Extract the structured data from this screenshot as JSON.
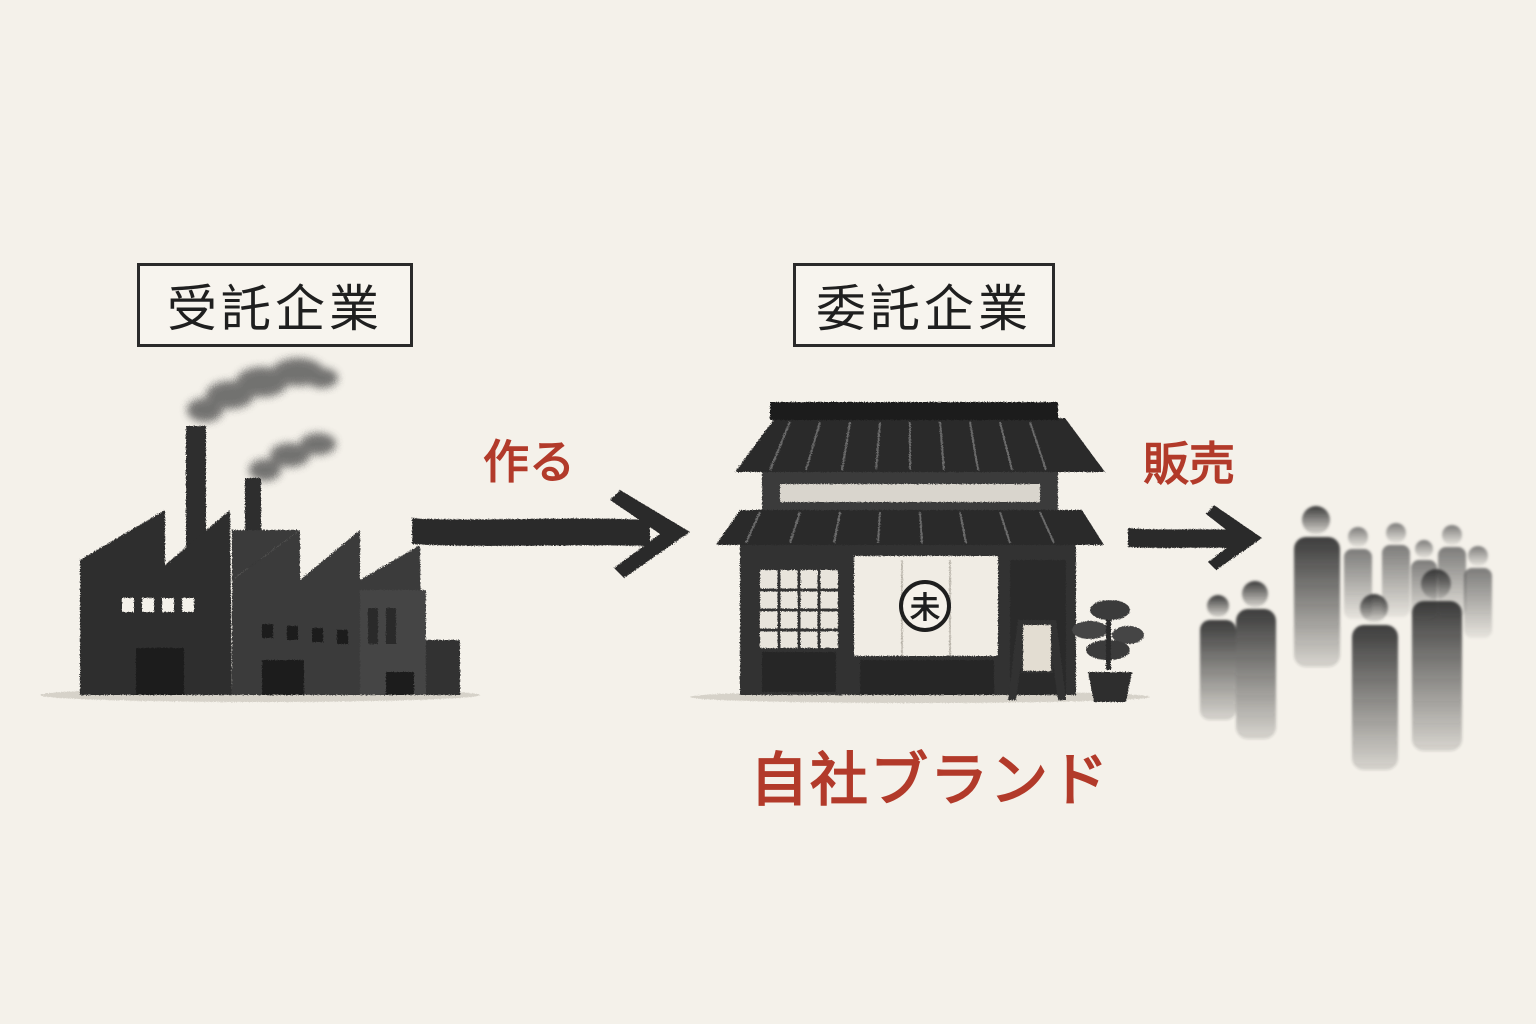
{
  "diagram": {
    "contractor_label": "受託企業",
    "client_label": "委託企業",
    "make_label": "作る",
    "sell_label": "販売",
    "brand_label": "自社ブランド",
    "noren_mark": "未"
  },
  "colors": {
    "background": "#f4f1ea",
    "ink": "#2a2a2a",
    "accent_red": "#b23a2a"
  },
  "icons": [
    "factory-icon",
    "shop-icon",
    "customers-icon",
    "arrow-right-icon"
  ]
}
